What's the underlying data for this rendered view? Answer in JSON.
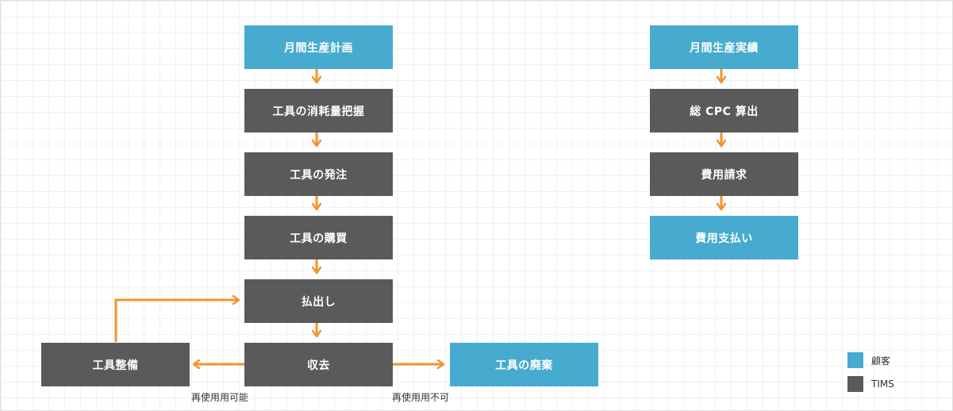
{
  "colors": {
    "customer": "#46abcf",
    "tims": "#5a5a5a",
    "arrow": "#f0952a"
  },
  "left_flow": [
    {
      "label": "月間生産計画",
      "owner": "customer"
    },
    {
      "label": "工具の消耗量把握",
      "owner": "tims"
    },
    {
      "label": "工具の発注",
      "owner": "tims"
    },
    {
      "label": "工具の購買",
      "owner": "tims"
    },
    {
      "label": "払出し",
      "owner": "tims"
    },
    {
      "label": "収去",
      "owner": "tims"
    }
  ],
  "maintenance": {
    "label": "工具整備",
    "owner": "tims"
  },
  "disposal": {
    "label": "工具の廃棄",
    "owner": "customer"
  },
  "notes": {
    "reusable": "再使用用可能",
    "not_reusable": "再使用用不可"
  },
  "right_flow": [
    {
      "label": "月間生産実績",
      "owner": "customer"
    },
    {
      "label": "総 CPC 算出",
      "owner": "tims"
    },
    {
      "label": "費用請求",
      "owner": "tims"
    },
    {
      "label": "費用支払い",
      "owner": "customer"
    }
  ],
  "legend": [
    {
      "label": "顧客",
      "color": "#46abcf"
    },
    {
      "label": "TIMS",
      "color": "#5a5a5a"
    }
  ]
}
